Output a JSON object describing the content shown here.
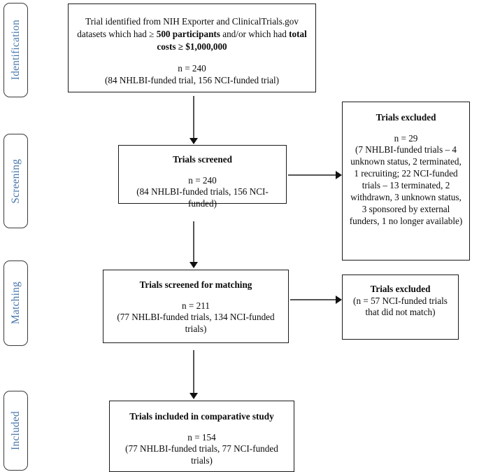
{
  "diagram": {
    "title": "PRISMA-style trial selection flow diagram",
    "accent_color": "#4a77ad",
    "line_color": "#555555",
    "border_color": "#1a1a1a"
  },
  "stages": [
    {
      "id": "identification",
      "label": "Identification"
    },
    {
      "id": "screening",
      "label": "Screening"
    },
    {
      "id": "matching",
      "label": "Matching"
    },
    {
      "id": "included",
      "label": "Included"
    }
  ],
  "nodes": {
    "identification": {
      "lead_part1": "Trial identified from NIH Exporter and ClinicalTrials.gov datasets which had ≥ ",
      "lead_bold1": "500 participants",
      "lead_part2": " and/or which had ",
      "lead_bold2": "total costs ≥ $1,000,000",
      "count": "n = 240",
      "breakdown": "(84 NHLBI-funded trial, 156 NCI-funded trial)"
    },
    "screened": {
      "title": "Trials screened",
      "count": "n = 240",
      "breakdown": "(84 NHLBI-funded trials, 156 NCI-funded)"
    },
    "screened_matching": {
      "title": "Trials screened for matching",
      "count": "n = 211",
      "breakdown": "(77 NHLBI-funded trials, 134 NCI-funded trials)"
    },
    "included": {
      "title": "Trials included in comparative study",
      "count": "n = 154",
      "breakdown": "(77 NHLBI-funded trials, 77 NCI-funded trials)"
    },
    "excluded_screening": {
      "title": "Trials excluded",
      "count": "n = 29",
      "breakdown": "(7 NHLBI-funded trials – 4 unknown status, 2 terminated, 1 recruiting; 22 NCI-funded trials – 13 terminated, 2 withdrawn, 3 unknown status, 3 sponsored by external funders, 1 no longer available)"
    },
    "excluded_matching": {
      "title": "Trials excluded",
      "breakdown": "(n = 57 NCI-funded trials that did not match)"
    }
  },
  "connectors": [
    {
      "id": "identification-to-screened",
      "kind": "arrow-down"
    },
    {
      "id": "screened-to-matching",
      "kind": "arrow-down"
    },
    {
      "id": "matching-to-included",
      "kind": "arrow-down"
    },
    {
      "id": "screened-to-excluded",
      "kind": "arrow-right"
    },
    {
      "id": "matching-to-excluded",
      "kind": "arrow-right"
    }
  ]
}
